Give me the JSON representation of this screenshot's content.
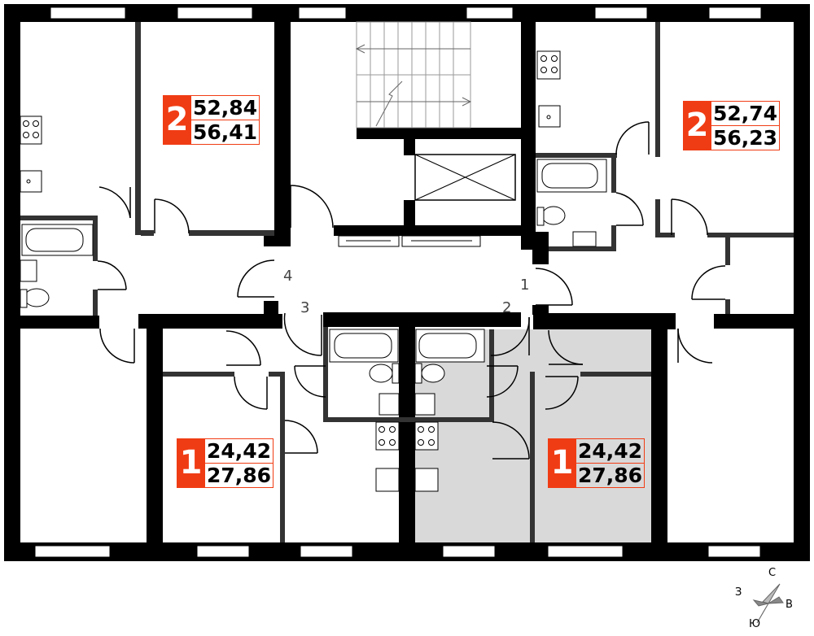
{
  "apartments": [
    {
      "id": "apt-a",
      "rooms": "2",
      "area_living": "52,84",
      "area_total": "56,41"
    },
    {
      "id": "apt-b",
      "rooms": "2",
      "area_living": "52,74",
      "area_total": "56,23"
    },
    {
      "id": "apt-c",
      "rooms": "1",
      "area_living": "24,42",
      "area_total": "27,86"
    },
    {
      "id": "apt-d",
      "rooms": "1",
      "area_living": "24,42",
      "area_total": "27,86"
    }
  ],
  "door_numbers": [
    "1",
    "2",
    "3",
    "4"
  ],
  "compass": {
    "north": "С",
    "south": "Ю",
    "west": "З",
    "east": "В"
  },
  "colors": {
    "badge": "#f03c14",
    "wall": "#000000",
    "selected_fill": "#d9d9d9"
  }
}
